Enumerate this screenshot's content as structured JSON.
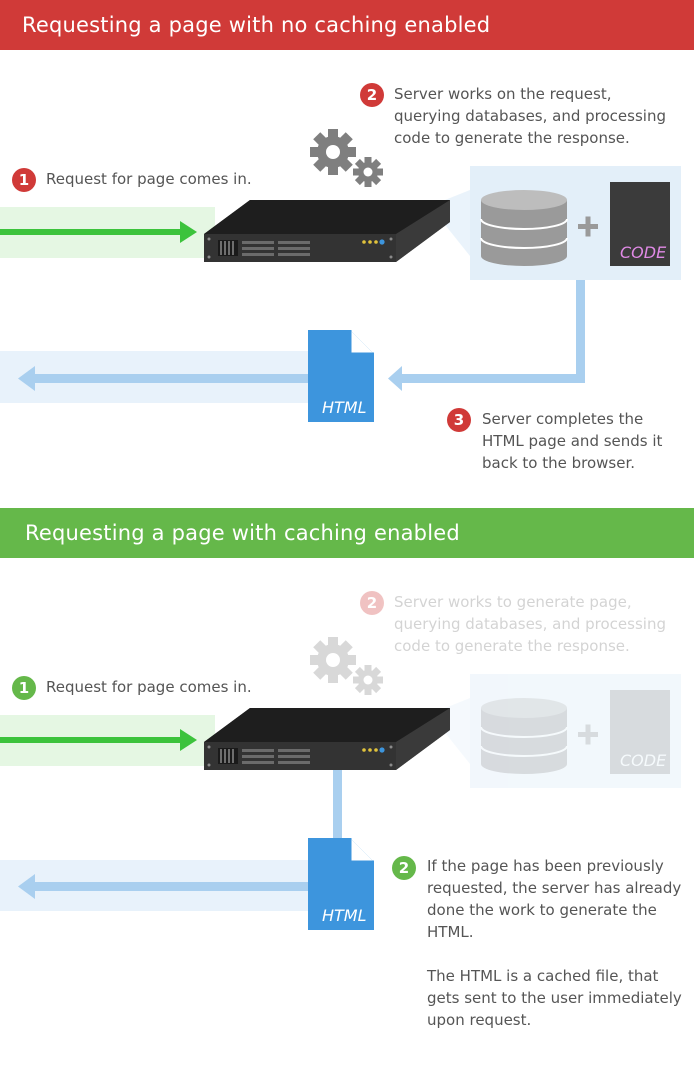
{
  "section1": {
    "title": "Requesting a page with no caching enabled",
    "step1": {
      "number": "1",
      "text": "Request for page comes in."
    },
    "step2": {
      "number": "2",
      "lines": [
        "Server works on the request,",
        "querying databases, and processing",
        "code to generate the response."
      ]
    },
    "step3": {
      "number": "3",
      "lines": [
        "Server completes the",
        "HTML page and sends it",
        "back to the browser."
      ]
    },
    "code_label": "CODE",
    "html_label": "HTML"
  },
  "section2": {
    "title": "Requesting a page with caching enabled",
    "step1": {
      "number": "1",
      "text": "Request for page comes in."
    },
    "step2_faded": {
      "number": "2",
      "lines": [
        "Server works to generate page,",
        "querying databases, and processing",
        "code to generate the response."
      ]
    },
    "step2": {
      "number": "2",
      "lines": [
        "If the page has been previously",
        "requested, the server has already",
        "done the work to generate the",
        "HTML."
      ],
      "lines2": [
        "The HTML is a cached file, that",
        "gets sent to the user immediately",
        "upon request."
      ]
    },
    "code_label": "CODE",
    "html_label": "HTML"
  },
  "colors": {
    "red": "#d03a38",
    "green": "#65b84a",
    "request_arrow": "#3cc33c",
    "response_arrow": "#a9cfef",
    "file_blue": "#3d95dd",
    "server_dark": "#2b2b2b",
    "gear": "#7f7f7f"
  }
}
